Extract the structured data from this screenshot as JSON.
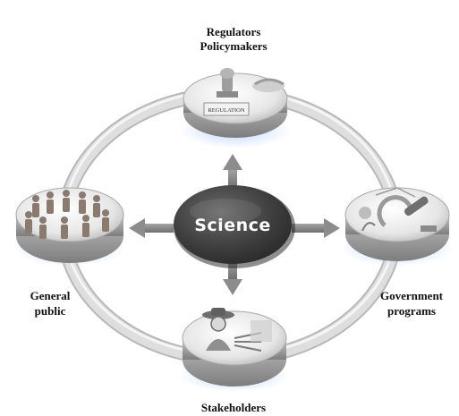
{
  "center": {
    "label": "Science"
  },
  "nodes": {
    "top": {
      "line1": "Regulators",
      "line2": "Policymakers",
      "stamp_text": "REGULATION",
      "icon": "regulation-stamp-icon"
    },
    "left": {
      "line1": "General",
      "line2": "public",
      "icon": "crowd-icon"
    },
    "right": {
      "line1": "Government",
      "line2": "programs",
      "icon": "lab-science-icon"
    },
    "bottom": {
      "line1": "Stakeholders",
      "icon": "farmer-icon"
    }
  },
  "colors": {
    "ring": "#d9d9d9",
    "ring_edge": "#b8b8b8",
    "center_fill": "#404040",
    "arrow": "#8c8c8c",
    "glow": "#b9d3ff"
  }
}
